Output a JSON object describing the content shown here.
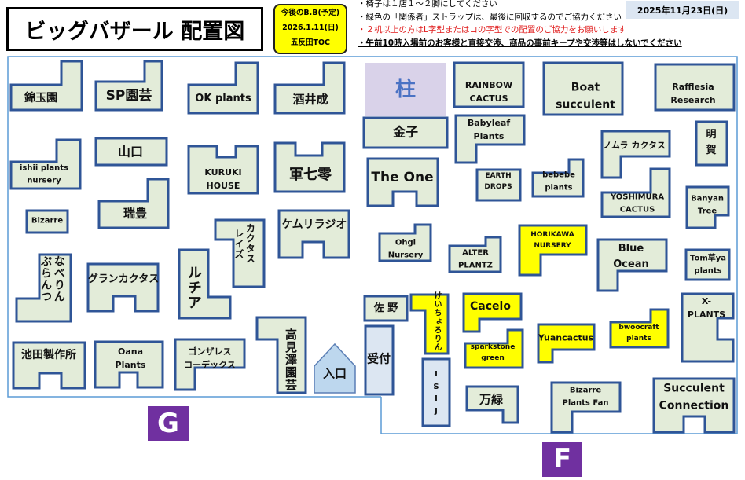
{
  "header": {
    "title": "ビッグバザール 配置図",
    "next_event": {
      "line1": "今後のB.B(予定)",
      "line2": "2026.1.11(日)",
      "line3": "五反田TOC"
    },
    "notes": [
      "・椅子は１店１～２脚にしてください",
      "・緑色の「関係者」ストラップは、最後に回収するのでご協力ください",
      "・２机以上の方はL字型またはコの字型での配置のご協力をお願いします",
      "・午前10時入場前のお客様と直接交渉、商品の事前キープや交渉等はしないでください"
    ],
    "date": "2025年11月23日(日)"
  },
  "colors": {
    "booth": "#e3ecd9",
    "highlight": "#ffff00",
    "border": "#2f5597",
    "pillar": "#d9d2e9",
    "service": "#dce6f2",
    "entrance": "#bdd7ee",
    "zone": "#7030a0"
  },
  "booths": [
    {
      "label": "錦玉園",
      "type": "booth"
    },
    {
      "label": "SP園芸",
      "type": "booth"
    },
    {
      "label": "OK plants",
      "type": "booth"
    },
    {
      "label": "酒井成",
      "type": "booth"
    },
    {
      "label": "柱",
      "type": "pillar"
    },
    {
      "label": "RAINBOW\nCACTUS",
      "type": "booth"
    },
    {
      "label": "Boat\nsucculent",
      "type": "booth"
    },
    {
      "label": "Rafflesia\nResearch",
      "type": "booth"
    },
    {
      "label": "金子",
      "type": "booth"
    },
    {
      "label": "Babyleaf\nPlants",
      "type": "booth"
    },
    {
      "label": "明\n賀",
      "type": "booth"
    },
    {
      "label": "ノムラ カクタス",
      "type": "booth"
    },
    {
      "label": "山口",
      "type": "booth"
    },
    {
      "label": "ishii plants\nnursery",
      "type": "booth"
    },
    {
      "label": "KURUKI\nHOUSE",
      "type": "booth"
    },
    {
      "label": "軍七零",
      "type": "booth"
    },
    {
      "label": "The One",
      "type": "booth"
    },
    {
      "label": "EARTH\nDROPS",
      "type": "booth"
    },
    {
      "label": "bebebe\nplants",
      "type": "booth"
    },
    {
      "label": "YOSHIMURA\nCACTUS",
      "type": "booth"
    },
    {
      "label": "Banyan\nTree",
      "type": "booth"
    },
    {
      "label": "瑞豊",
      "type": "booth"
    },
    {
      "label": "Bizarre",
      "type": "booth"
    },
    {
      "label": "ケムリラジオ",
      "type": "booth"
    },
    {
      "label": "カクタス\nレイズ",
      "type": "booth"
    },
    {
      "label": "Ohgi\nNursery",
      "type": "booth"
    },
    {
      "label": "ALTER\nPLANTZ",
      "type": "booth"
    },
    {
      "label": "HORIKAWA\nNURSERY",
      "type": "highlight"
    },
    {
      "label": "Blue\nOcean",
      "type": "booth"
    },
    {
      "label": "Tom草ya\nplants",
      "type": "booth"
    },
    {
      "label": "ルチア",
      "type": "booth"
    },
    {
      "label": "なべりん\nぷらんつ",
      "type": "booth"
    },
    {
      "label": "グランカクタス",
      "type": "booth"
    },
    {
      "label": "佐 野",
      "type": "booth"
    },
    {
      "label": "けいちょろりん",
      "type": "highlight"
    },
    {
      "label": "Cacelo",
      "type": "highlight"
    },
    {
      "label": "X-PLANTS",
      "type": "booth"
    },
    {
      "label": "受付",
      "type": "service"
    },
    {
      "label": "Yuancactus",
      "type": "highlight"
    },
    {
      "label": "bwoocraft\nplants",
      "type": "highlight"
    },
    {
      "label": "sparkstone\ngreen",
      "type": "highlight"
    },
    {
      "label": "高見澤園芸",
      "type": "booth"
    },
    {
      "label": "入口",
      "type": "entrance"
    },
    {
      "label": "池田製作所",
      "type": "booth"
    },
    {
      "label": "Oana\nPlants",
      "type": "booth"
    },
    {
      "label": "ゴンザレス\nコーデックス",
      "type": "booth"
    },
    {
      "label": "I\nS\nI\nJ",
      "type": "service"
    },
    {
      "label": "万緑",
      "type": "booth"
    },
    {
      "label": "Bizarre\nPlants Fan",
      "type": "booth"
    },
    {
      "label": "Succulent\nConnection",
      "type": "booth"
    }
  ],
  "zones": [
    {
      "label": "G"
    },
    {
      "label": "F"
    }
  ]
}
